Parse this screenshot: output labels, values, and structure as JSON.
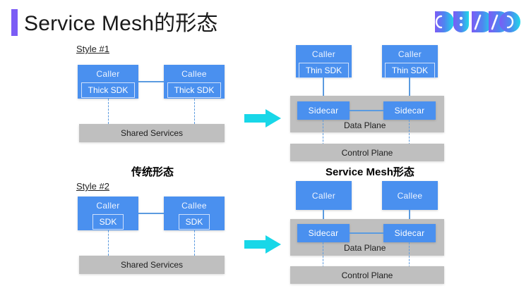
{
  "header": {
    "title": "Service Mesh的形态",
    "accent_color": "#7B5CF5",
    "logo": {
      "name": "dubbo-logo",
      "letters": [
        "D",
        "U",
        "B",
        "B",
        "O"
      ],
      "gradient_from": "#7B5CF5",
      "gradient_to": "#1FD8E8"
    }
  },
  "colors": {
    "node_blue": "#4A90EF",
    "gray": "#BFBFBF",
    "line_blue": "#5B9BE0",
    "arrow_cyan": "#18D7E8"
  },
  "sections": {
    "traditional_heading": "传统形态",
    "servicemesh_heading": "Service Mesh形态"
  },
  "style1": {
    "label": "Style #1",
    "caller": {
      "title": "Caller",
      "sdk": "Thick SDK"
    },
    "callee": {
      "title": "Callee",
      "sdk": "Thick SDK"
    },
    "shared_services": "Shared Services"
  },
  "style2": {
    "label": "Style #2",
    "caller": {
      "title": "Caller",
      "sdk": "SDK"
    },
    "callee": {
      "title": "Callee",
      "sdk": "SDK"
    },
    "shared_services": "Shared Services"
  },
  "mesh1": {
    "left_node": {
      "title": "Caller",
      "sdk": "Thin SDK"
    },
    "right_node": {
      "title": "Caller",
      "sdk": "Thin SDK"
    },
    "sidecar_left": "Sidecar",
    "sidecar_right": "Sidecar",
    "data_plane": "Data Plane",
    "control_plane": "Control Plane"
  },
  "mesh2": {
    "left_node": {
      "title": "Caller"
    },
    "right_node": {
      "title": "Callee"
    },
    "sidecar_left": "Sidecar",
    "sidecar_right": "Sidecar",
    "data_plane": "Data Plane",
    "control_plane": "Control Plane"
  },
  "arrows": {
    "top": "arrow-right-icon",
    "bottom": "arrow-right-icon"
  }
}
